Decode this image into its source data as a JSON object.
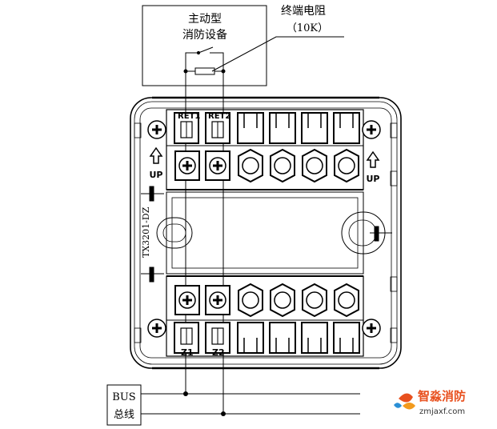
{
  "device_box": {
    "line1": "主动型",
    "line2": "消防设备"
  },
  "resistor_label": {
    "line1": "终端电阻",
    "line2": "（10K）"
  },
  "module": {
    "model": "TX3201-DZ",
    "up_left": "UP",
    "up_right": "UP",
    "terminals_top": [
      "RET1",
      "RET2"
    ],
    "terminals_bottom": [
      "Z1",
      "Z2"
    ]
  },
  "bus_box": {
    "line1": "BUS",
    "line2": "总线"
  },
  "watermark": {
    "name": "智淼消防",
    "url": "zmjaxf.com",
    "brand_color": "#e8501e"
  }
}
